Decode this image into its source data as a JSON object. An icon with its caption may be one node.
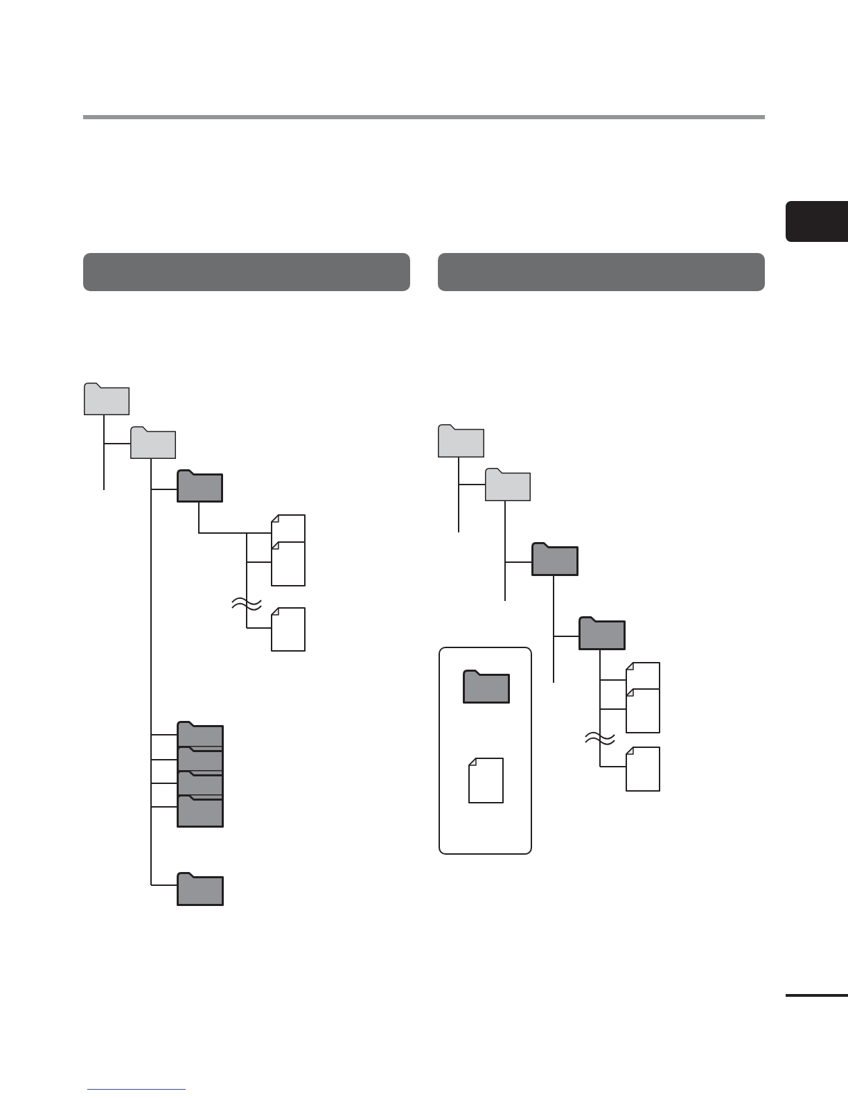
{
  "diagram": {
    "nodes": [
      {
        "text": [],
        "shape": "tab"
      },
      {
        "text": [],
        "shape": "bar"
      },
      {
        "text": [],
        "shape": "bar"
      },
      {
        "text": [],
        "shape": "folder"
      },
      {
        "text": [],
        "shape": "folder"
      },
      {
        "text": [],
        "shape": "folder"
      },
      {
        "text": [],
        "shape": "file"
      },
      {
        "text": [],
        "shape": "file"
      },
      {
        "text": [],
        "shape": "file"
      },
      {
        "text": [],
        "shape": "folder"
      },
      {
        "text": [],
        "shape": "folder"
      },
      {
        "text": [],
        "shape": "folder"
      },
      {
        "text": [],
        "shape": "folder"
      },
      {
        "text": [],
        "shape": "folder"
      },
      {
        "text": [],
        "shape": "folder"
      },
      {
        "text": [],
        "shape": "folder"
      },
      {
        "text": [],
        "shape": "folder"
      },
      {
        "text": [],
        "shape": "folder"
      },
      {
        "text": [],
        "shape": "file"
      },
      {
        "text": [],
        "shape": "file"
      },
      {
        "text": [],
        "shape": "file"
      },
      {
        "text": [],
        "shape": "box"
      },
      {
        "text": [],
        "shape": "folder",
        "in": 21
      },
      {
        "text": [],
        "shape": "file",
        "in": 21
      }
    ],
    "edges": [
      {
        "from": 3,
        "to": 4,
        "arrow": "none"
      },
      {
        "from": 3,
        "to": null,
        "arrow": "none"
      },
      {
        "from": 4,
        "to": 5,
        "arrow": "none"
      },
      {
        "from": 5,
        "to": 6,
        "arrow": "none"
      },
      {
        "from": 5,
        "to": 7,
        "arrow": "none"
      },
      {
        "from": 5,
        "to": 8,
        "arrow": "none"
      },
      {
        "from": 4,
        "to": 9,
        "arrow": "none"
      },
      {
        "from": 4,
        "to": 10,
        "arrow": "none"
      },
      {
        "from": 4,
        "to": 11,
        "arrow": "none"
      },
      {
        "from": 4,
        "to": 12,
        "arrow": "none"
      },
      {
        "from": 4,
        "to": 13,
        "arrow": "none"
      },
      {
        "from": 14,
        "to": 15,
        "arrow": "none"
      },
      {
        "from": 14,
        "to": null,
        "arrow": "none"
      },
      {
        "from": 15,
        "to": 16,
        "arrow": "none"
      },
      {
        "from": 15,
        "to": null,
        "arrow": "none"
      },
      {
        "from": 16,
        "to": 17,
        "arrow": "none"
      },
      {
        "from": 16,
        "to": null,
        "arrow": "none"
      },
      {
        "from": 17,
        "to": 18,
        "arrow": "none"
      },
      {
        "from": 17,
        "to": 19,
        "arrow": "none"
      },
      {
        "from": 17,
        "to": 20,
        "arrow": "none"
      }
    ]
  }
}
